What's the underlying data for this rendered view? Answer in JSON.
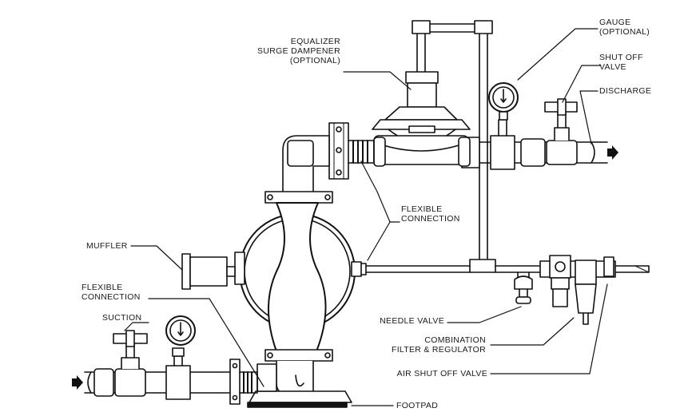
{
  "labels": {
    "equalizer": {
      "line1": "EQUALIZER",
      "line2": "SURGE DAMPENER",
      "line3": "(OPTIONAL)"
    },
    "gauge": {
      "line1": "GAUGE",
      "line2": "(OPTIONAL)"
    },
    "shutoff": {
      "line1": "SHUT OFF",
      "line2": "VALVE"
    },
    "discharge": "DISCHARGE",
    "flex_top": {
      "line1": "FLEXIBLE",
      "line2": "CONNECTION"
    },
    "muffler": "MUFFLER",
    "flex_bottom": {
      "line1": "FLEXIBLE",
      "line2": "CONNECTION"
    },
    "suction": "SUCTION",
    "needle": "NEEDLE VALVE",
    "combo": {
      "line1": "COMBINATION",
      "line2": "FILTER & REGULATOR"
    },
    "air_shutoff": "AIR SHUT OFF VALVE",
    "footpad": "FOOTPAD"
  },
  "icons": [
    "pump-icon",
    "gauge-icon",
    "valve-icon",
    "dampener-icon",
    "muffler-icon",
    "filter-regulator-icon",
    "needle-valve-icon",
    "flow-arrow-icon"
  ]
}
